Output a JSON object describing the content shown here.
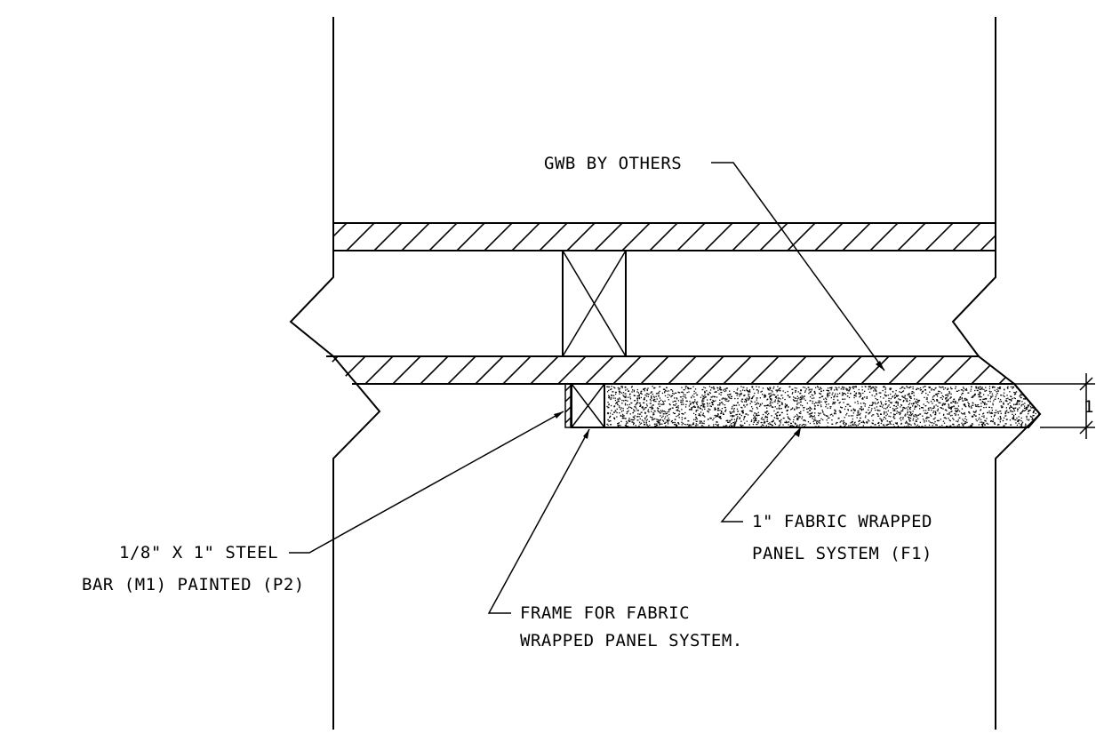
{
  "annotations": {
    "gwb": "GWB BY OTHERS",
    "panel_line1": "1\" FABRIC WRAPPED",
    "panel_line2": "PANEL SYSTEM (F1)",
    "steel_line1": "1/8\" X 1\" STEEL",
    "steel_line2": "BAR (M1) PAINTED (P2)",
    "frame_line1": "FRAME FOR FABRIC",
    "frame_line2": "WRAPPED PANEL SYSTEM.",
    "dimension": "1"
  },
  "colors": {
    "ink": "#000000",
    "paper": "#ffffff"
  }
}
